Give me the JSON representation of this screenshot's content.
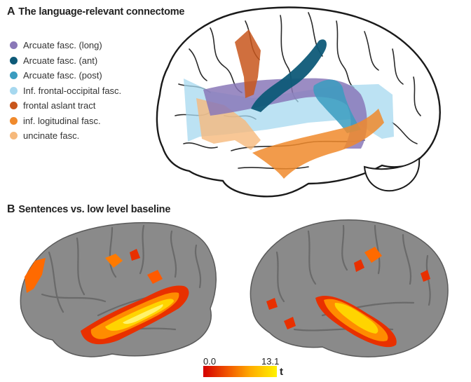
{
  "panel_a": {
    "letter": "A",
    "title": "The language-relevant connectome",
    "legend": [
      {
        "label": "Arcuate fasc. (long)",
        "color": "#8a78b8"
      },
      {
        "label": "Arcuate fasc. (ant)",
        "color": "#0e5a78"
      },
      {
        "label": "Arcuate fasc. (post)",
        "color": "#3a9cc0"
      },
      {
        "label": "Inf. frontal-occipital fasc.",
        "color": "#a6d8ef"
      },
      {
        "label": "frontal aslant tract",
        "color": "#c8561c"
      },
      {
        "label": "inf. logitudinal fasc.",
        "color": "#f08a2c"
      },
      {
        "label": "uncinate fasc.",
        "color": "#f6b97c"
      }
    ]
  },
  "panel_b": {
    "letter": "B",
    "title": "Sentences vs. low level baseline",
    "colorbar": {
      "min": "0.0",
      "max": "13.1",
      "unit": "t",
      "colors": [
        "#d40000",
        "#f25a00",
        "#ffae00",
        "#fff200"
      ]
    }
  }
}
